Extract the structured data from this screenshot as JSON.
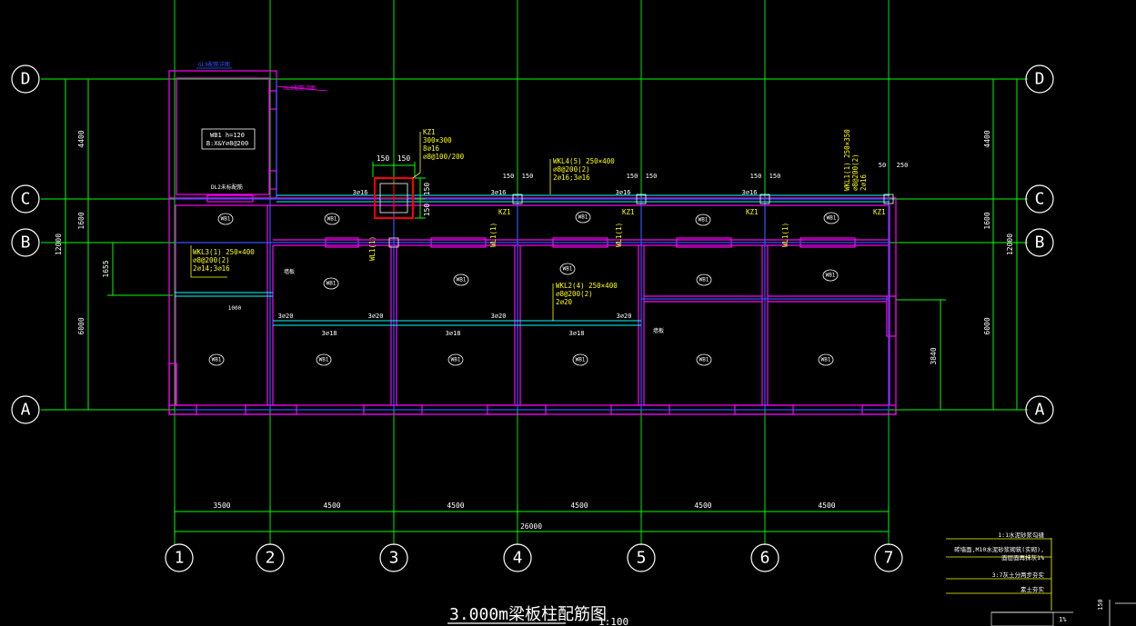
{
  "drawing": {
    "title": "3.000m梁板柱配筋图",
    "scale": "1:100"
  },
  "axes_vertical": [
    "1",
    "2",
    "3",
    "4",
    "5",
    "6",
    "7"
  ],
  "axes_horizontal": [
    "D",
    "C",
    "B",
    "A"
  ],
  "bottom_dims": {
    "spans": [
      "3500",
      "4500",
      "4500",
      "4500",
      "4500",
      "4500"
    ],
    "total": "26000"
  },
  "side_dims": {
    "spans": [
      "4400",
      "1600",
      "6000"
    ],
    "total": "12000",
    "extra_left": "1655",
    "extra_right": "3840",
    "mid_small": "1000"
  },
  "column": {
    "name": "KZ1",
    "size": "300×300",
    "bars": "8⌀16",
    "stirrup": "⌀8@100/200",
    "dims": [
      "150",
      "150",
      "150",
      "150"
    ]
  },
  "beams": {
    "wkl4": [
      "WKL4(5) 250×400",
      "⌀8@200(2)",
      "2⌀16;3⌀16"
    ],
    "wkl1": [
      "WKL1(1) 250×350",
      "⌀8@200(2)",
      "2⌀16"
    ],
    "wkl3": [
      "WKL3(1) 250×400",
      "⌀8@200(2)",
      "2⌀14;3⌀16"
    ],
    "wkl2": [
      "WKL2(4) 250×400",
      "⌀8@200(2)",
      "2⌀20"
    ],
    "wb1_note": [
      "WB1 h=120",
      "B:X&Y⌀8@200"
    ],
    "wl1": "WL1(1)",
    "dl1": "DL2未标配筋",
    "top_note": "GL9配筋详图"
  },
  "rebar_labels": {
    "r3_16": "3⌀16",
    "r3_20": "3⌀20",
    "r3_18": "3⌀18",
    "kz1": "KZ1",
    "bar150": "150",
    "bar50": "50",
    "bar250": "250",
    "side_note": "墙板"
  },
  "slab_label": "WB1",
  "legend": {
    "items": [
      "1:1水泥砂浆勾缝",
      "砖墙面,M10水泥砂浆砌筑(实砌),",
      "面层面再抹灰1%",
      "3:7灰土分两步夯实",
      "素土夯实"
    ],
    "slope": "1%",
    "dim150": "150"
  },
  "colors": {
    "background": "#000000",
    "grid": "#00ff00",
    "wall": "#ff00ff",
    "beam": "#3355ff",
    "rebar": "#00ffff",
    "annotation": "#ffff00",
    "text": "#ffffff",
    "column": "#ff0000"
  }
}
